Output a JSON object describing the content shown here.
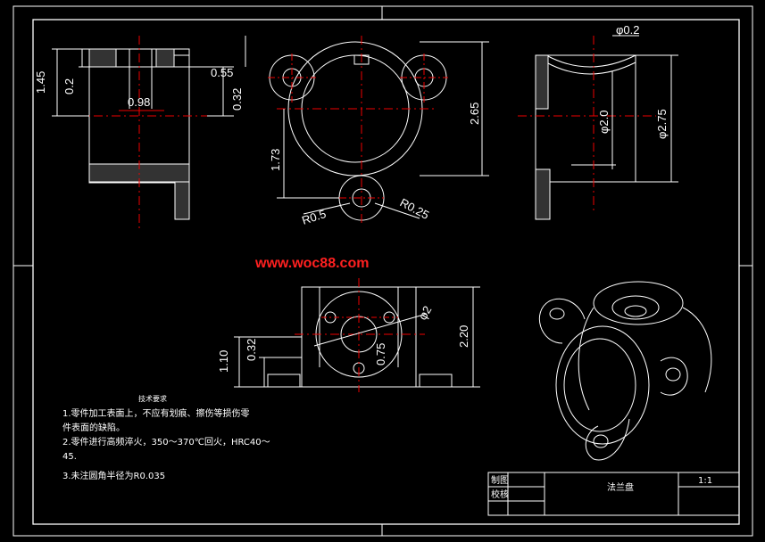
{
  "watermark": "www.woc88.com",
  "dimensions": {
    "d145": "1.45",
    "d02": "0.2",
    "d098": "0.98",
    "d055": "0.55",
    "d032a": "0.32",
    "d173": "1.73",
    "d265": "2.65",
    "r05": "R0.5",
    "r025": "R0.25",
    "phi02": "φ0.2",
    "phi20": "φ2.0",
    "phi275": "φ2.75",
    "d110": "1.10",
    "d032b": "0.32",
    "d075": "0.75",
    "phi2": "φ2",
    "d220": "2.20"
  },
  "notes": {
    "heading": "技术要求",
    "lines": [
      "1.零件加工表面上，不应有划痕、擦伤等损伤零",
      "件表面的缺陷。",
      "2.零件进行高频淬火，350～370℃回火，HRC40～",
      "45.",
      "3.未注圆角半径为R0.035"
    ]
  },
  "title_block": {
    "drawn_label": "制图",
    "check_label": "校核",
    "part_name": "法兰盘",
    "scale": "1:1"
  }
}
